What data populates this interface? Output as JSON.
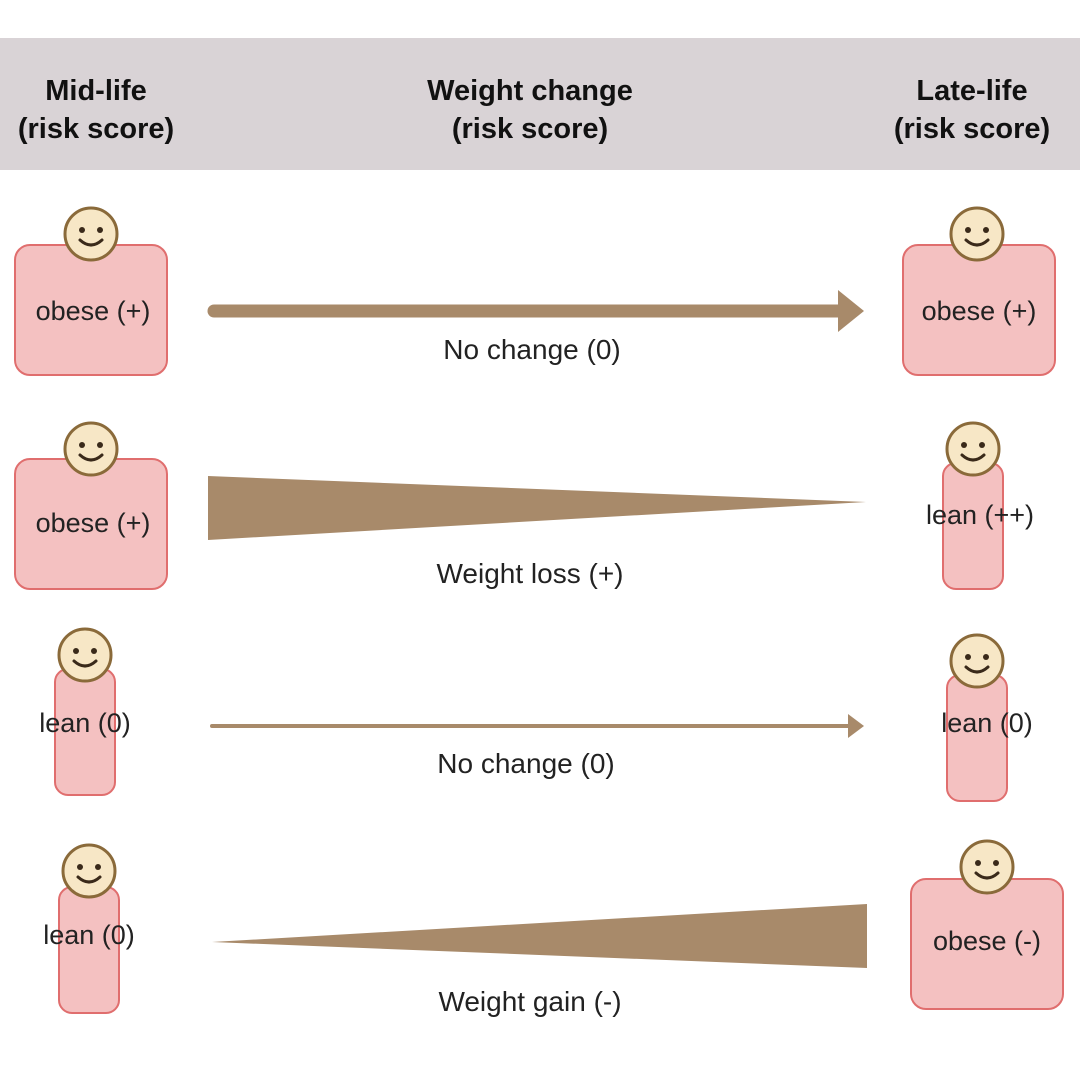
{
  "header": {
    "mid_life": {
      "line1": "Mid-life",
      "line2": "(risk score)"
    },
    "weight_change": {
      "line1": "Weight change",
      "line2": "(risk score)"
    },
    "late_life": {
      "line1": "Late-life",
      "line2": "(risk score)"
    }
  },
  "rows": [
    {
      "mid_label": "obese (+)",
      "change_label": "No change (0)",
      "late_label": "obese (+)"
    },
    {
      "mid_label": "obese (+)",
      "change_label": "Weight loss (+)",
      "late_label": "lean (++)"
    },
    {
      "mid_label": "lean (0)",
      "change_label": "No change (0)",
      "late_label": "lean (0)"
    },
    {
      "mid_label": "lean (0)",
      "change_label": "Weight gain (-)",
      "late_label": "obese (-)"
    }
  ],
  "colors": {
    "header_bg": "#d9d3d6",
    "body_fill": "#f4c1c1",
    "body_border": "#e06e6e",
    "face_fill": "#f7e7c6",
    "face_stroke": "#8a6a3a",
    "arrow": "#a88a6a"
  },
  "icons": {
    "face": "smiley-face-icon",
    "arrow": "right-arrow-icon",
    "wedge": "tapering-wedge-icon"
  }
}
